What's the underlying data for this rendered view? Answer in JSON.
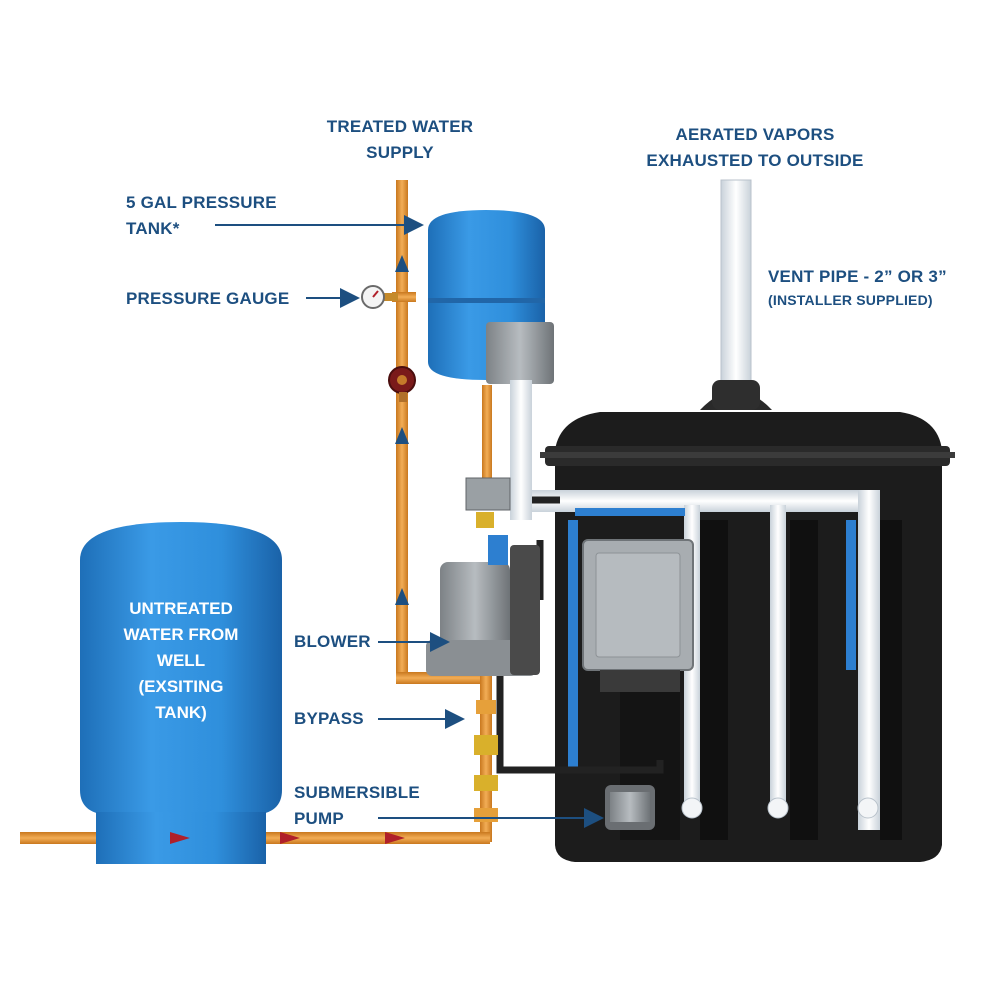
{
  "labels": {
    "treated_water_1": "TREATED WATER",
    "treated_water_2": "SUPPLY",
    "pressure_tank_1": "5 GAL PRESSURE",
    "pressure_tank_2": "TANK*",
    "pressure_gauge": "PRESSURE GAUGE",
    "aerated_1": "AERATED VAPORS",
    "aerated_2": "EXHAUSTED TO OUTSIDE",
    "vent_pipe_1": "VENT PIPE - 2” OR 3”",
    "vent_pipe_2": "(INSTALLER SUPPLIED)",
    "untreated_1": "UNTREATED",
    "untreated_2": "WATER FROM",
    "untreated_3": "WELL",
    "untreated_4": "(EXSITING",
    "untreated_5": "TANK)",
    "blower": "BLOWER",
    "bypass": "BYPASS",
    "submersible_1": "SUBMERSIBLE",
    "submersible_2": "PUMP"
  },
  "colors": {
    "label_text": "#1d4f80",
    "arrow": "#1d4f80",
    "tank_blue": "#2f8fdc",
    "pipe_copper": "#e89a3c",
    "flow_arrow_red": "#b0202a",
    "unit_black": "#1c1c1c",
    "pvc_white": "#eef2f5",
    "control_box": "#a8adb1"
  }
}
